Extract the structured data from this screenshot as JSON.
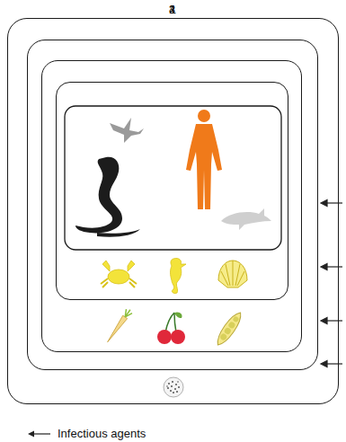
{
  "diagram": {
    "nodes": [
      {
        "text": [
          "1"
        ]
      },
      {
        "text": [
          "2"
        ],
        "in": 0
      },
      {
        "text": [
          "3"
        ],
        "in": 1
      },
      {
        "text": [
          "4"
        ],
        "in": 2
      }
    ],
    "legend": [
      {
        "text": "Infectious agents"
      }
    ]
  }
}
